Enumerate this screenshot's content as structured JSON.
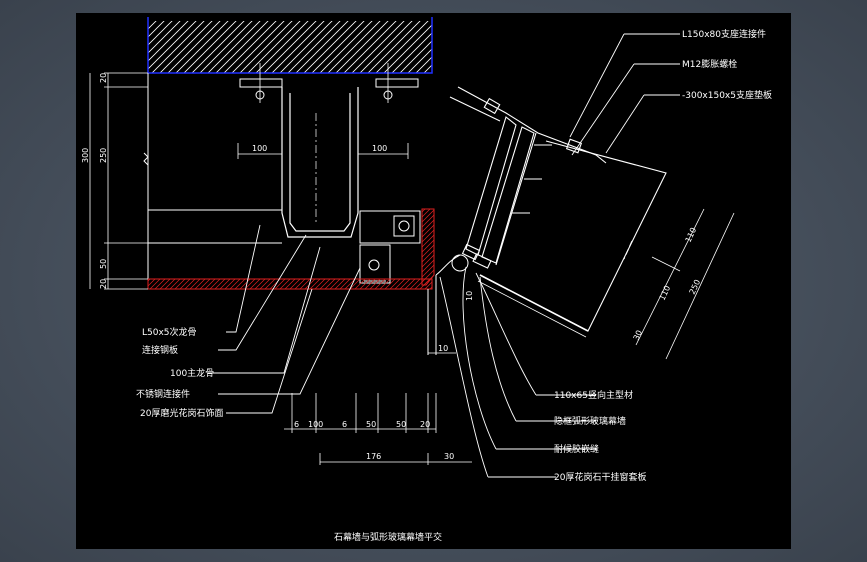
{
  "drawing": {
    "title": "石幕墙与弧形玻璃幕墙平交",
    "callouts_right": {
      "support_connector": "L150x80支座连接件",
      "expansion_bolt": "M12膨胀螺栓",
      "support_plate": "-300x150x5支座垫板",
      "main_profile": "110x65竖向主型材",
      "hidden_frame_glass": "隐框弧形玻璃幕墙",
      "weather_sealant": "耐候胶嵌缝",
      "granite_hanging_board": "20厚花岗石干挂窗套板"
    },
    "callouts_left": {
      "secondary_keel": "L50x5次龙骨",
      "connecting_plate": "连接钢板",
      "main_keel": "100主龙骨",
      "stainless_connector": "不锈钢连接件",
      "granite_facing": "20厚磨光花岗石饰面"
    },
    "dimensions": {
      "left_total": "300",
      "left_upper": "250",
      "left_top": "20",
      "left_lower": "50",
      "left_bottom": "20",
      "width_left": "100",
      "width_right": "100",
      "bottom_row": [
        "6",
        "100",
        "6",
        "50",
        "50",
        "20"
      ],
      "bottom_total": "176",
      "bottom_extra": "30",
      "gap_10a": "10",
      "gap_10b": "10",
      "right_110a": "110",
      "right_110b": "110",
      "right_total": "250",
      "right_small": "30"
    }
  }
}
